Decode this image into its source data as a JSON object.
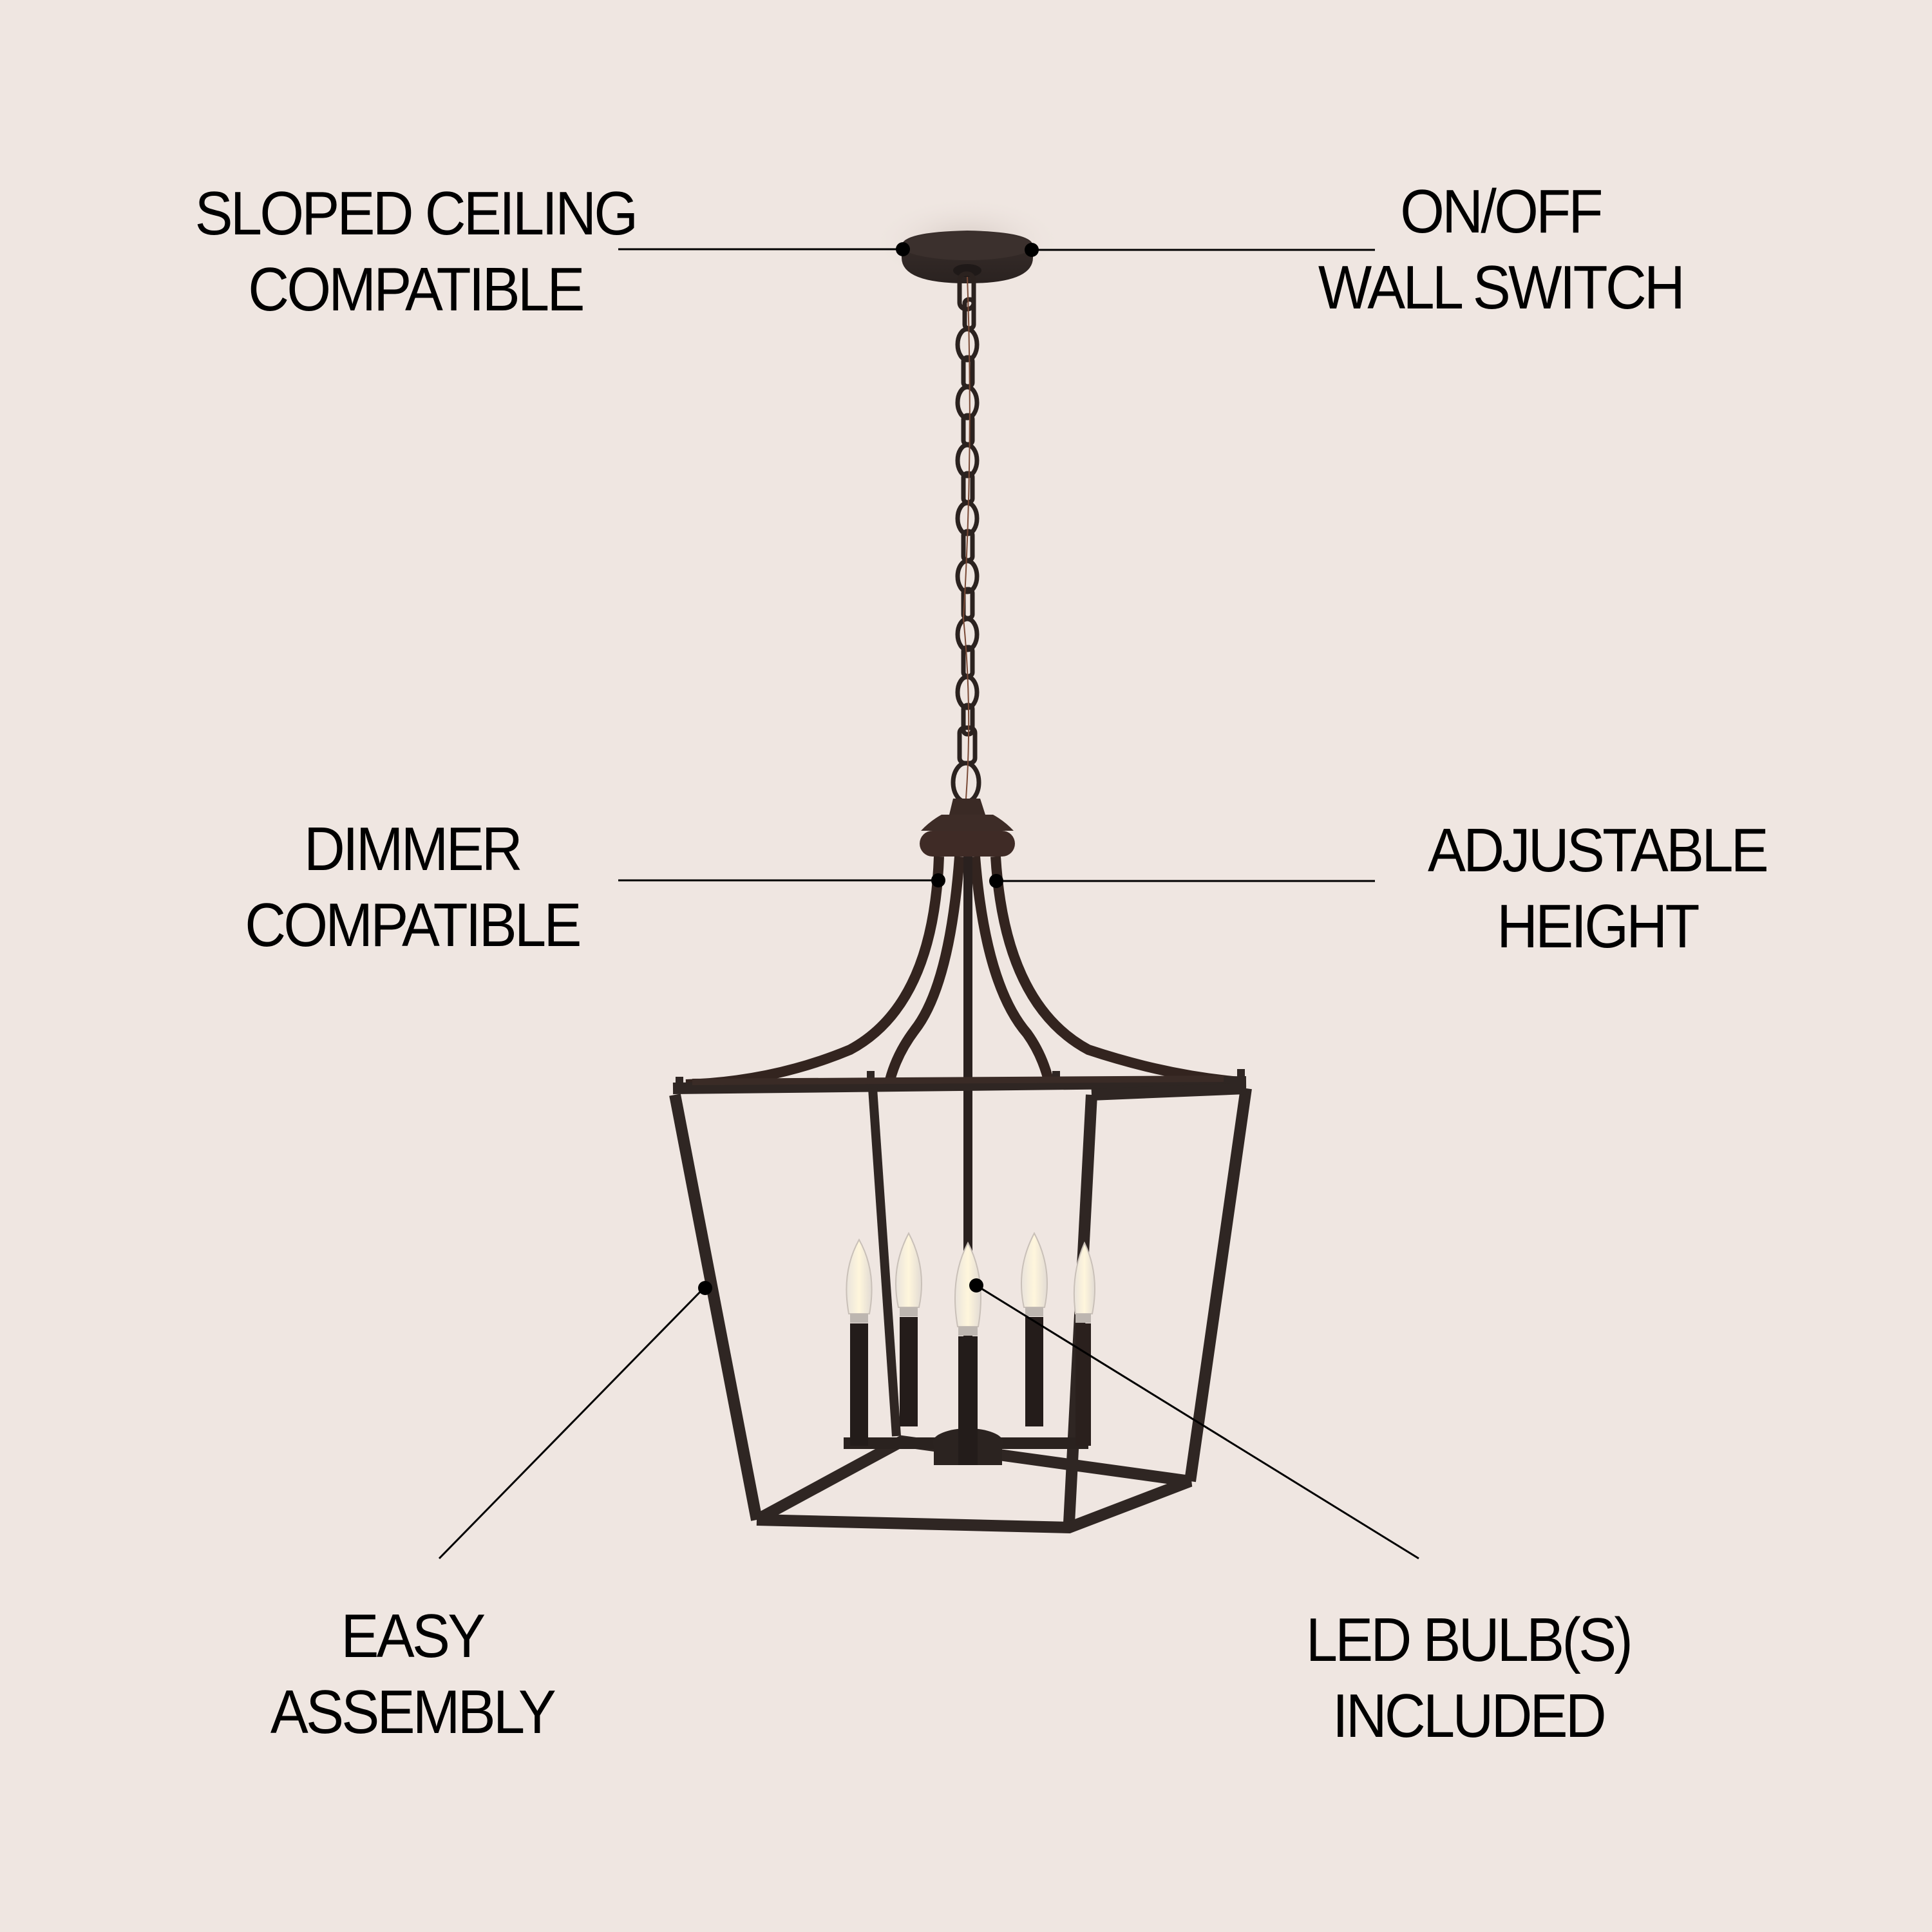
{
  "background_color": "#efe6e1",
  "product": {
    "type": "4-light lantern pendant chandelier",
    "finish_color": "#2f2623",
    "bulb_count": 5
  },
  "callouts": [
    {
      "id": "sloped-ceiling",
      "line1": "SLOPED CEILING",
      "line2": "COMPATIBLE"
    },
    {
      "id": "on-off-switch",
      "line1": "ON/OFF",
      "line2": "WALL SWITCH"
    },
    {
      "id": "dimmer",
      "line1": "DIMMER",
      "line2": "COMPATIBLE"
    },
    {
      "id": "adjustable-height",
      "line1": "ADJUSTABLE",
      "line2": "HEIGHT"
    },
    {
      "id": "easy-assembly",
      "line1": "EASY",
      "line2": "ASSEMBLY"
    },
    {
      "id": "led-bulbs",
      "line1": "LED BULB(S)",
      "line2": "INCLUDED"
    }
  ],
  "colors": {
    "text": "#000000",
    "leader_line": "#000000",
    "metal": "#2f2623",
    "metal_highlight": "#4a3630",
    "bulb_glow": "#fff4d6"
  }
}
